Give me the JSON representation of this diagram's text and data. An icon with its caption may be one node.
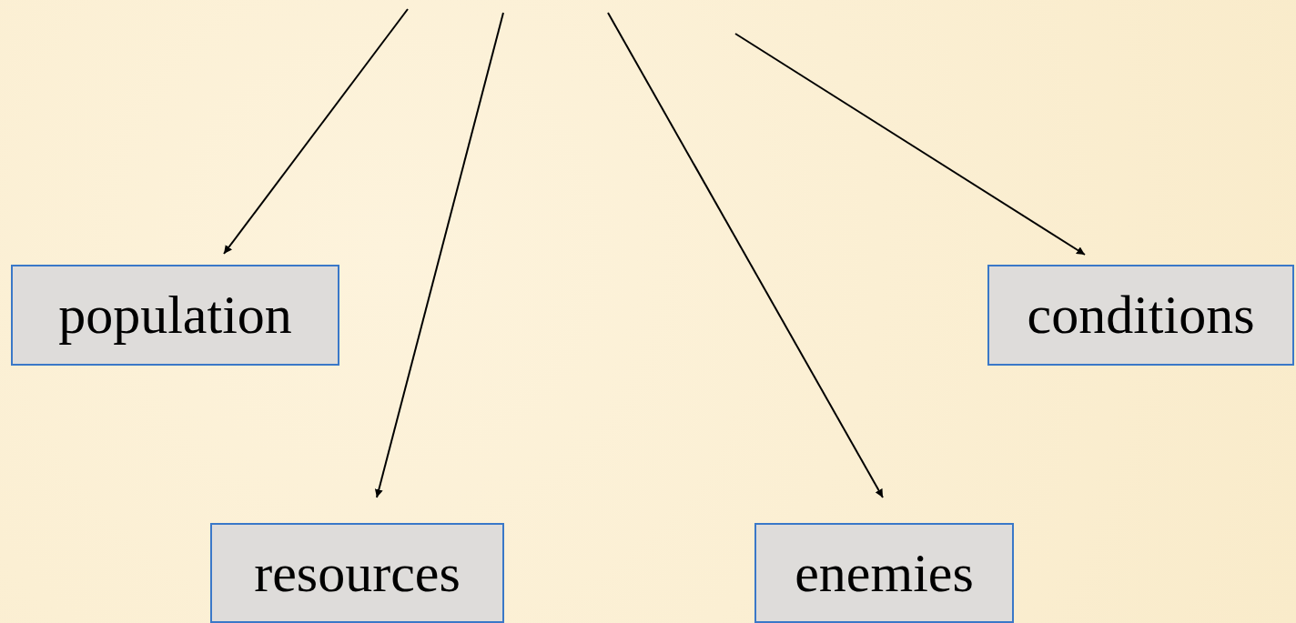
{
  "diagram": {
    "nodes": [
      {
        "text": [
          "population"
        ]
      },
      {
        "text": [
          "resources"
        ]
      },
      {
        "text": [
          "enemies"
        ]
      },
      {
        "text": [
          "conditions"
        ]
      }
    ],
    "edges": [
      {
        "from": null,
        "to": 0,
        "arrow": "to"
      },
      {
        "from": null,
        "to": 1,
        "arrow": "to"
      },
      {
        "from": null,
        "to": 2,
        "arrow": "to"
      },
      {
        "from": null,
        "to": 3,
        "arrow": "to"
      }
    ]
  }
}
